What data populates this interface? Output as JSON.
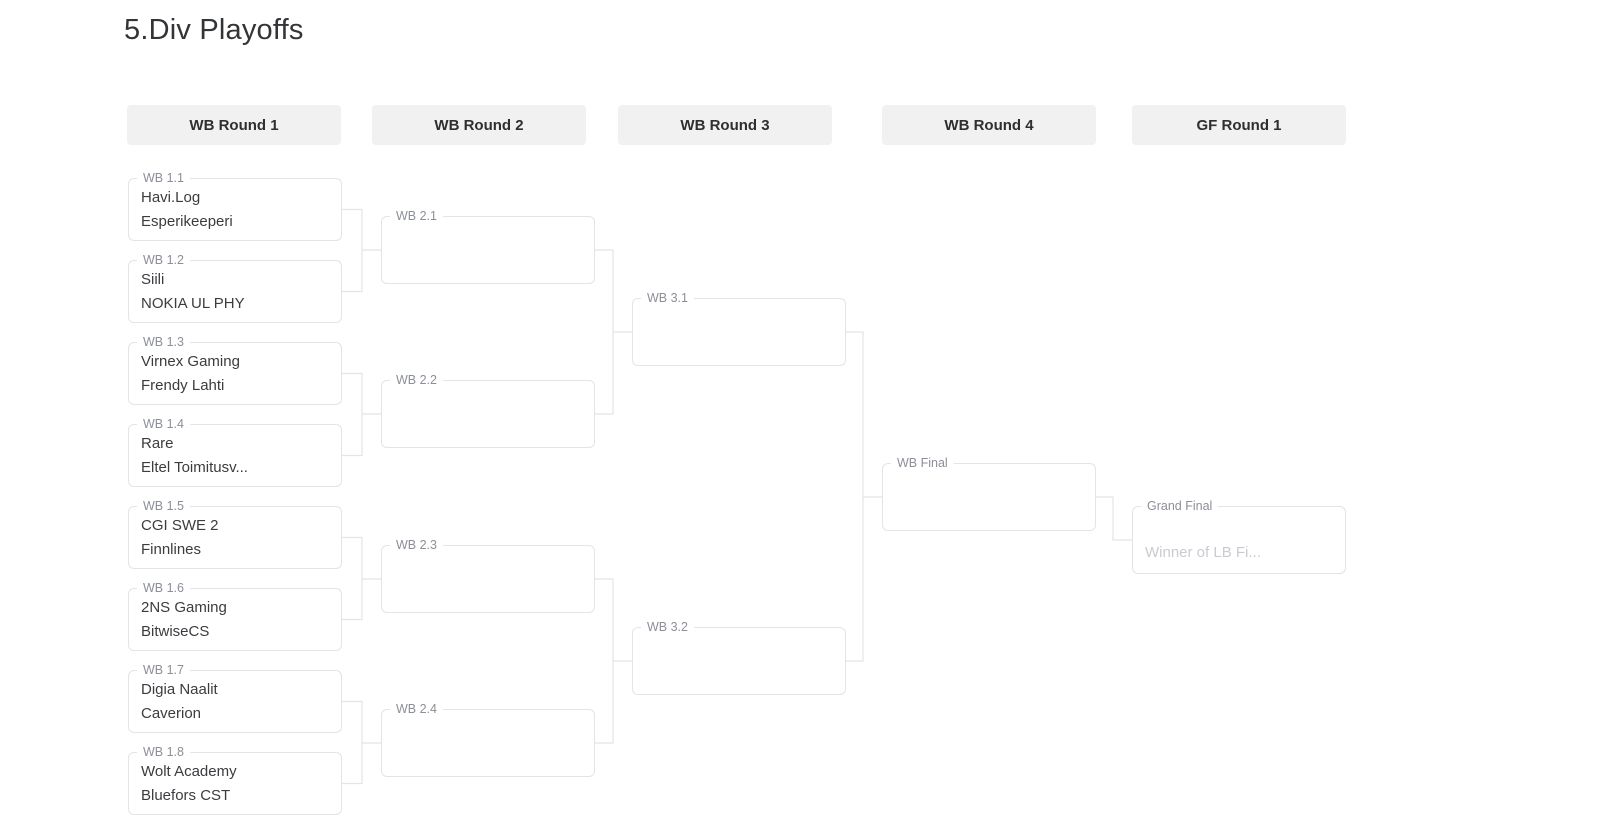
{
  "title": "5.Div Playoffs",
  "rounds": [
    {
      "label": "WB Round 1"
    },
    {
      "label": "WB Round 2"
    },
    {
      "label": "WB Round 3"
    },
    {
      "label": "WB Round 4"
    },
    {
      "label": "GF Round 1"
    }
  ],
  "matches": [
    {
      "label": "WB 1.1",
      "teams": [
        "Havi.Log",
        "Esperikeeperi"
      ]
    },
    {
      "label": "WB 1.2",
      "teams": [
        "Siili",
        "NOKIA UL PHY"
      ]
    },
    {
      "label": "WB 1.3",
      "teams": [
        "Virnex Gaming",
        "Frendy Lahti"
      ]
    },
    {
      "label": "WB 1.4",
      "teams": [
        "Rare",
        "Eltel Toimitusv..."
      ]
    },
    {
      "label": "WB 1.5",
      "teams": [
        "CGI SWE 2",
        "Finnlines"
      ]
    },
    {
      "label": "WB 1.6",
      "teams": [
        "2NS Gaming",
        "BitwiseCS"
      ]
    },
    {
      "label": "WB 1.7",
      "teams": [
        "Digia Naalit",
        "Caverion"
      ]
    },
    {
      "label": "WB 1.8",
      "teams": [
        "Wolt Academy",
        "Bluefors CST"
      ]
    },
    {
      "label": "WB 2.1",
      "teams": [
        "",
        ""
      ]
    },
    {
      "label": "WB 2.2",
      "teams": [
        "",
        ""
      ]
    },
    {
      "label": "WB 2.3",
      "teams": [
        "",
        ""
      ]
    },
    {
      "label": "WB 2.4",
      "teams": [
        "",
        ""
      ]
    },
    {
      "label": "WB 3.1",
      "teams": [
        "",
        ""
      ]
    },
    {
      "label": "WB 3.2",
      "teams": [
        "",
        ""
      ]
    },
    {
      "label": "WB Final",
      "teams": [
        "",
        ""
      ]
    },
    {
      "label": "Grand Final",
      "teams": [
        "",
        "Winner of LB Fi..."
      ]
    }
  ],
  "colors": {
    "background": "#ffffff",
    "header_bg": "#f1f1f2",
    "header_text": "#2e2f31",
    "box_border": "#e3e4e8",
    "connector": "#e3e4e8",
    "match_label_text": "#8c8f99",
    "team_text": "#3b3c40",
    "placeholder_text": "#c9cbd2",
    "title_text": "#333437"
  }
}
